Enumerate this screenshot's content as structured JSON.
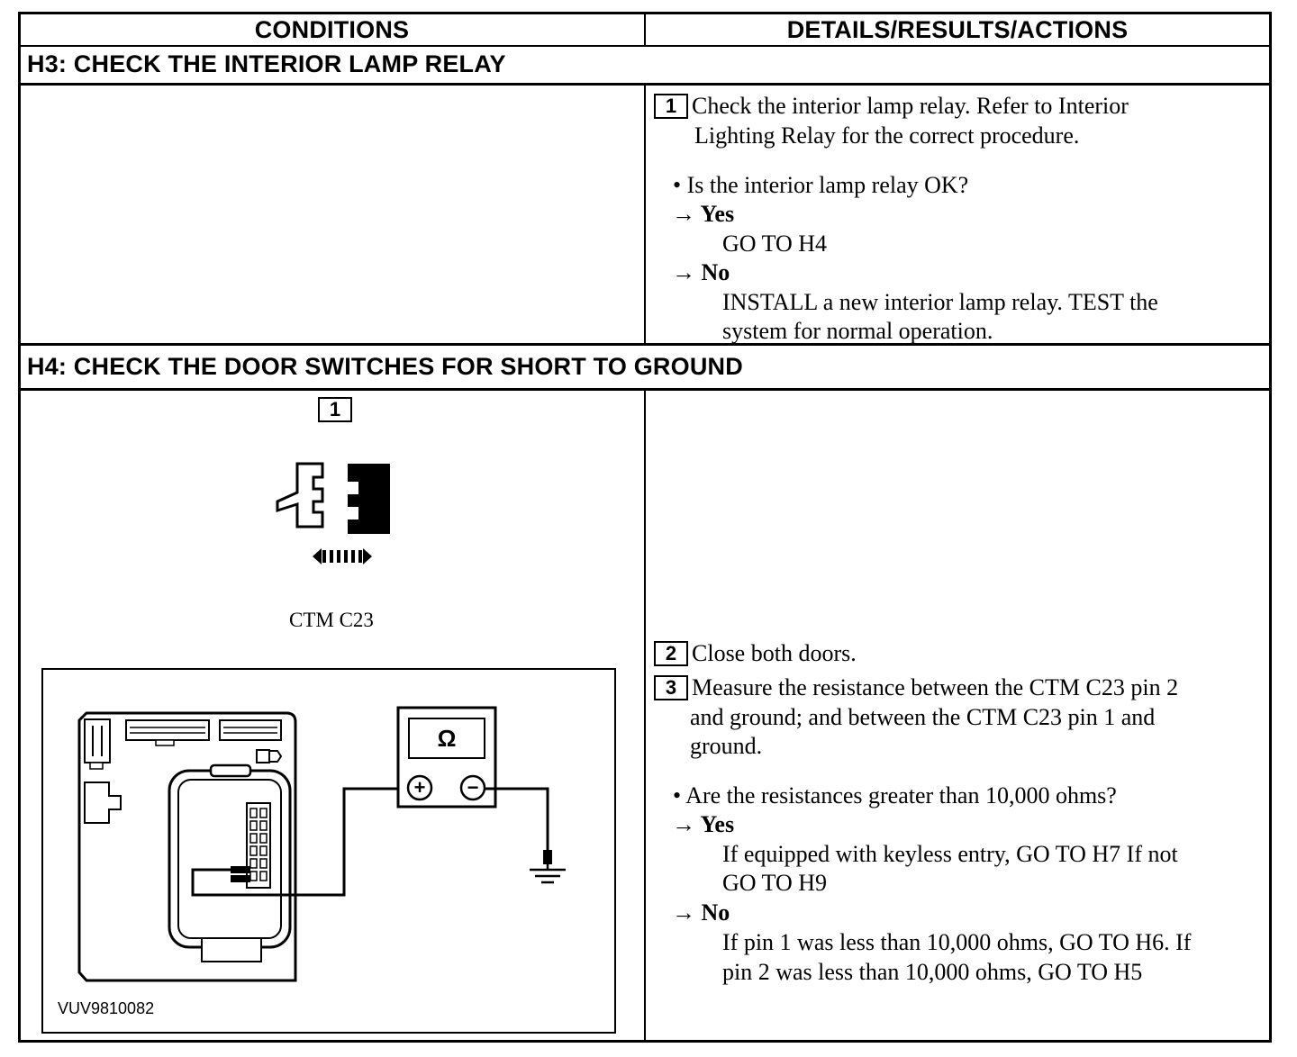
{
  "table": {
    "col_conditions": "CONDITIONS",
    "col_details": "DETAILS/RESULTS/ACTIONS"
  },
  "h3": {
    "title": "H3: CHECK THE INTERIOR LAMP RELAY",
    "step1_num": "1",
    "step1_line1": "Check the interior lamp relay.  Refer  to Interior",
    "step1_line2": "Lighting Relay for the correct procedure.",
    "question": "• Is the interior lamp relay OK?",
    "yes_label": "→ Yes",
    "yes_action": "GO TO H4",
    "no_label": "→ No",
    "no_action_line1": "INSTALL a new interior lamp relay. TEST the",
    "no_action_line2": "system for normal operation."
  },
  "h4": {
    "title": "H4: CHECK THE DOOR SWITCHES FOR SHORT TO GROUND",
    "figure_step_num": "1",
    "connector_label": "CTM C23",
    "meter_symbol": "Ω",
    "meter_plus": "+",
    "meter_minus": "−",
    "figure_id": "VUV9810082",
    "step2_num": "2",
    "step2_text": "Close both doors.",
    "step3_num": "3",
    "step3_line1": "Measure the resistance between the CTM C23 pin 2",
    "step3_line2": "and ground; and between the CTM C23 pin 1 and",
    "step3_line3": "ground.",
    "question": "• Are the resistances greater than 10,000 ohms?",
    "yes_label": "→ Yes",
    "yes_action_line1": "If equipped with keyless entry, GO TO H7 If not",
    "yes_action_line2": "GO TO H9",
    "no_label": "→ No",
    "no_action_line1": "If pin 1 was less than 10,000 ohms, GO TO H6. If",
    "no_action_line2": "pin 2 was less than 10,000 ohms, GO TO H5"
  }
}
